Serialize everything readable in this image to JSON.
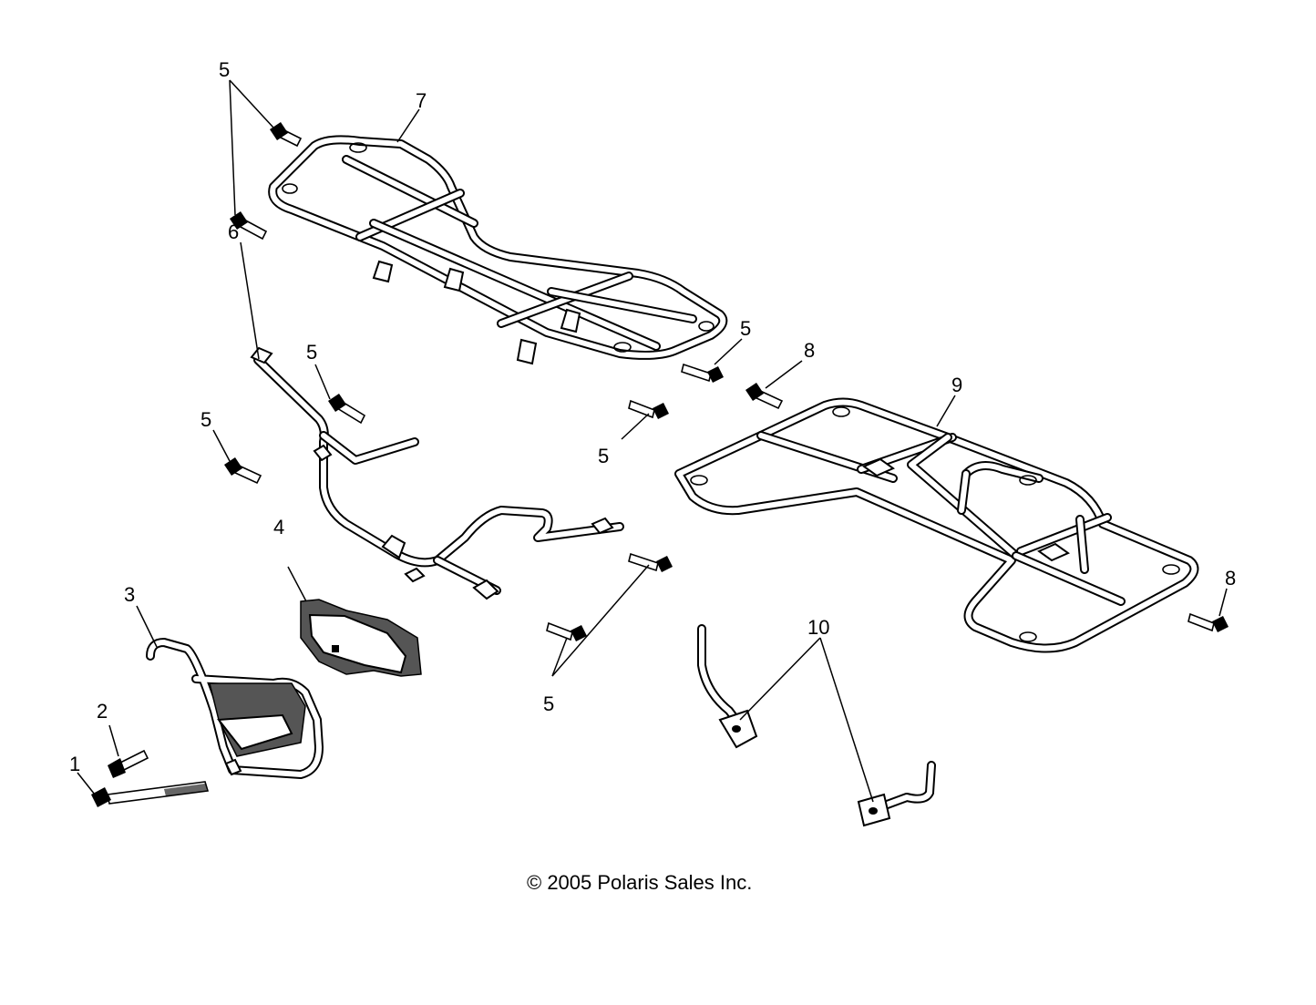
{
  "callouts": [
    {
      "id": "c1",
      "label": "1"
    },
    {
      "id": "c2",
      "label": "2"
    },
    {
      "id": "c3",
      "label": "3"
    },
    {
      "id": "c4",
      "label": "4"
    },
    {
      "id": "c5a",
      "label": "5"
    },
    {
      "id": "c5b",
      "label": "5"
    },
    {
      "id": "c5c",
      "label": "5"
    },
    {
      "id": "c5d",
      "label": "5"
    },
    {
      "id": "c5e",
      "label": "5"
    },
    {
      "id": "c5f",
      "label": "5"
    },
    {
      "id": "c6",
      "label": "6"
    },
    {
      "id": "c7",
      "label": "7"
    },
    {
      "id": "c8a",
      "label": "8"
    },
    {
      "id": "c8b",
      "label": "8"
    },
    {
      "id": "c9",
      "label": "9"
    },
    {
      "id": "c10",
      "label": "10"
    }
  ],
  "copyright": "© 2005 Polaris Sales Inc."
}
